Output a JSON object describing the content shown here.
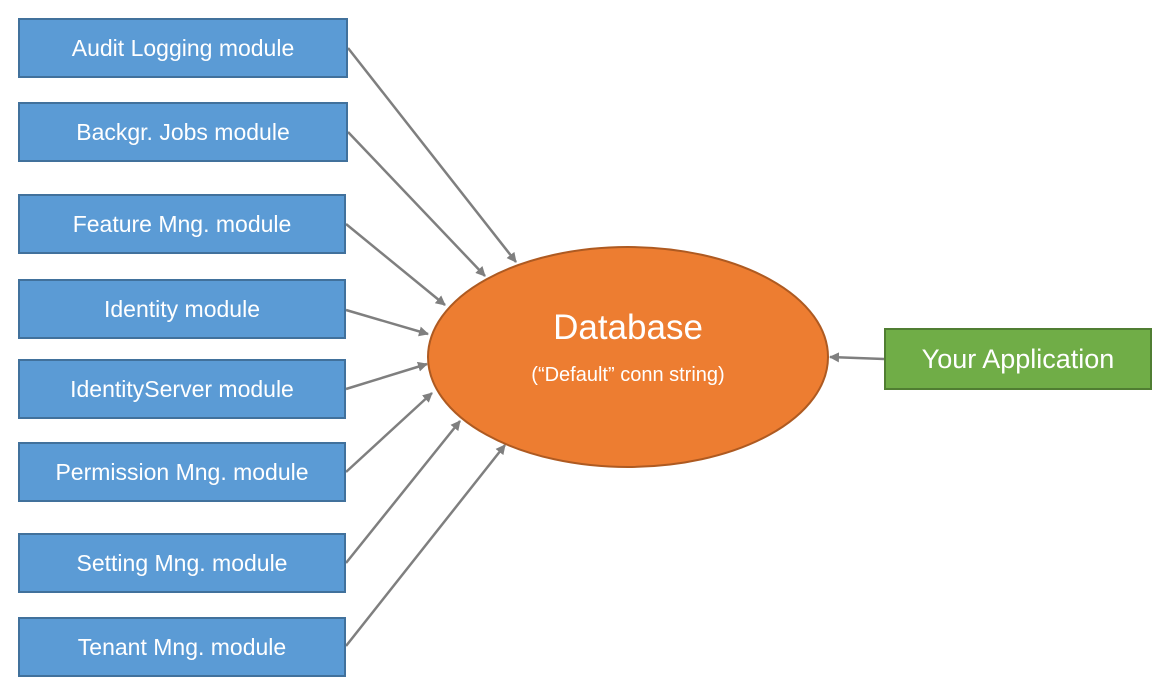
{
  "modules": [
    {
      "label": "Audit Logging module"
    },
    {
      "label": "Backgr. Jobs module"
    },
    {
      "label": "Feature Mng. module"
    },
    {
      "label": "Identity module"
    },
    {
      "label": "IdentityServer module"
    },
    {
      "label": "Permission Mng. module"
    },
    {
      "label": "Setting Mng. module"
    },
    {
      "label": "Tenant Mng. module"
    }
  ],
  "database": {
    "title": "Database",
    "subtitle": "(“Default” conn string)"
  },
  "application": {
    "label": "Your Application"
  },
  "colors": {
    "module_fill": "#5b9bd5",
    "module_border": "#41719c",
    "database_fill": "#ed7d31",
    "database_border": "#ae5a21",
    "application_fill": "#70ad47",
    "application_border": "#507e32",
    "arrow": "#7f7f7f"
  }
}
